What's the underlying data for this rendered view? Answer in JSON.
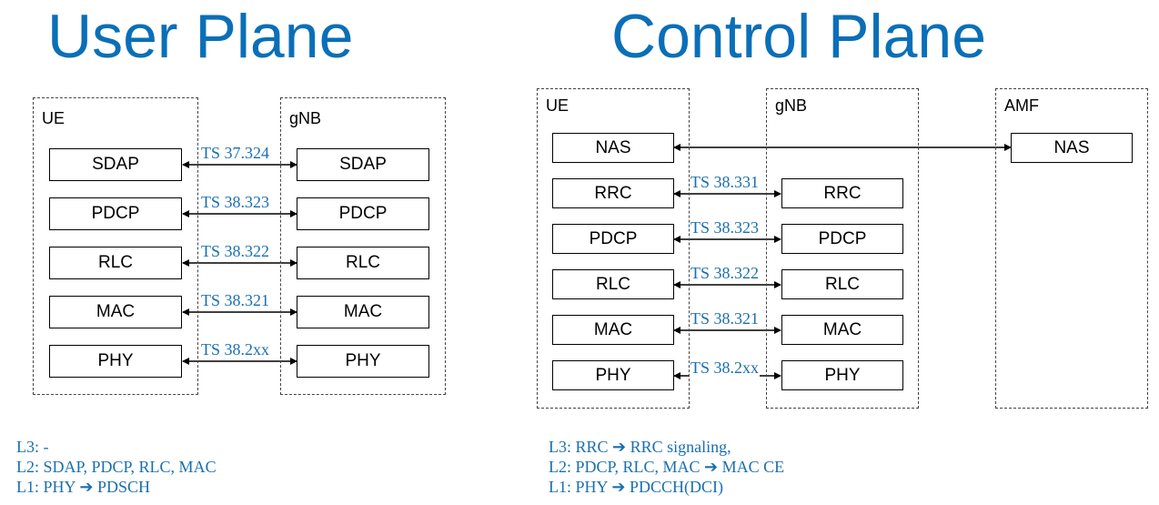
{
  "user_plane": {
    "title": "User Plane",
    "ue_label": "UE",
    "gnb_label": "gNB",
    "ue_layers": [
      "SDAP",
      "PDCP",
      "RLC",
      "MAC",
      "PHY"
    ],
    "gnb_layers": [
      "SDAP",
      "PDCP",
      "RLC",
      "MAC",
      "PHY"
    ],
    "specs": [
      "TS 37.324",
      "TS 38.323",
      "TS 38.322",
      "TS 38.321",
      "TS 38.2xx"
    ],
    "notes": {
      "l3": "L3: -",
      "l2": "L2: SDAP, PDCP, RLC, MAC",
      "l1_prefix": "L1: PHY",
      "l1_suffix": "PDSCH"
    }
  },
  "control_plane": {
    "title": "Control Plane",
    "ue_label": "UE",
    "gnb_label": "gNB",
    "amf_label": "AMF",
    "ue_layers": [
      "NAS",
      "RRC",
      "PDCP",
      "RLC",
      "MAC",
      "PHY"
    ],
    "gnb_layers": [
      "RRC",
      "PDCP",
      "RLC",
      "MAC",
      "PHY"
    ],
    "amf_layers": [
      "NAS"
    ],
    "specs": [
      "TS 38.331",
      "TS 38.323",
      "TS 38.322",
      "TS 38.321",
      "TS 38.2xx"
    ],
    "notes": {
      "l3_prefix": "L3: RRC",
      "l3_suffix": "RRC signaling,",
      "l2_prefix": "L2: PDCP, RLC, MAC",
      "l2_suffix": "MAC CE",
      "l1_prefix": "L1: PHY",
      "l1_suffix": "PDCCH(DCI)"
    }
  },
  "colors": {
    "title": "#0a6fb8",
    "spec": "#1a6fb0"
  }
}
